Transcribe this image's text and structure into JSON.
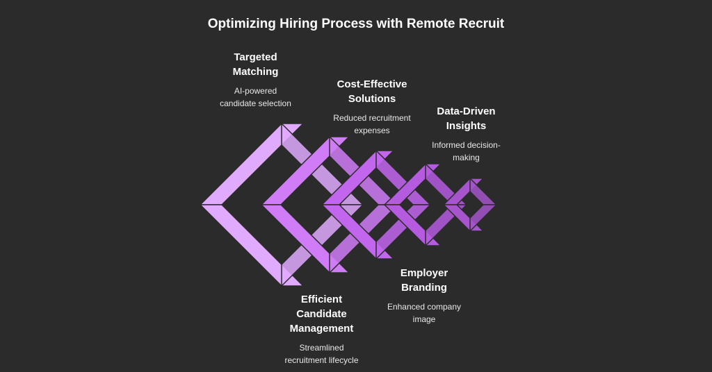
{
  "title": "Optimizing Hiring Process with Remote Recruit",
  "colors": {
    "background": "#2b2b2b",
    "step1": "#e0aaff",
    "step2": "#cf7cf6",
    "step3": "#c266ee",
    "step4": "#b55be0",
    "step5": "#a655cc"
  },
  "steps": [
    {
      "heading": "Targeted\nMatching",
      "description": "AI-powered\ncandidate selection"
    },
    {
      "heading": "Efficient\nCandidate\nManagement",
      "description": "Streamlined\nrecruitment lifecycle"
    },
    {
      "heading": "Cost-Effective\nSolutions",
      "description": "Reduced recruitment\nexpenses"
    },
    {
      "heading": "Employer\nBranding",
      "description": "Enhanced company\nimage"
    },
    {
      "heading": "Data-Driven\nInsights",
      "description": "Informed decision-\nmaking"
    }
  ]
}
